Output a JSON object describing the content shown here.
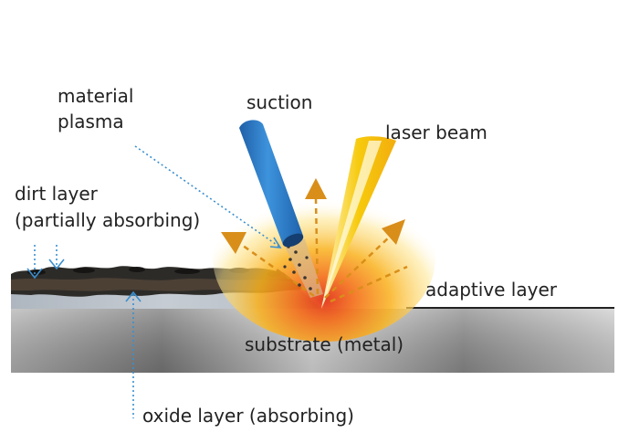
{
  "labels": {
    "material_plasma_line1": "material",
    "material_plasma_line2": "plasma",
    "suction": "suction",
    "laser_beam": "laser beam",
    "dirt_layer_line1": "dirt layer",
    "dirt_layer_line2": "(partially absorbing)",
    "adaptive_layer": "adaptive layer",
    "substrate": "substrate (metal)",
    "oxide_layer": "oxide layer (absorbing)"
  },
  "colors": {
    "suction_tube": "#2e7fcb",
    "laser_beam": "#f5c400",
    "plasma_glow": "#f7a21b",
    "arrows": "#d98e1a",
    "dirt_layer": "#2b2b2b",
    "oxide_layer": "#b9c2cc",
    "substrate": "#9e9e9e",
    "leader_lines": "#3a8fd0"
  },
  "icons": {
    "arrow": "arrow-up-triangle-icon"
  }
}
